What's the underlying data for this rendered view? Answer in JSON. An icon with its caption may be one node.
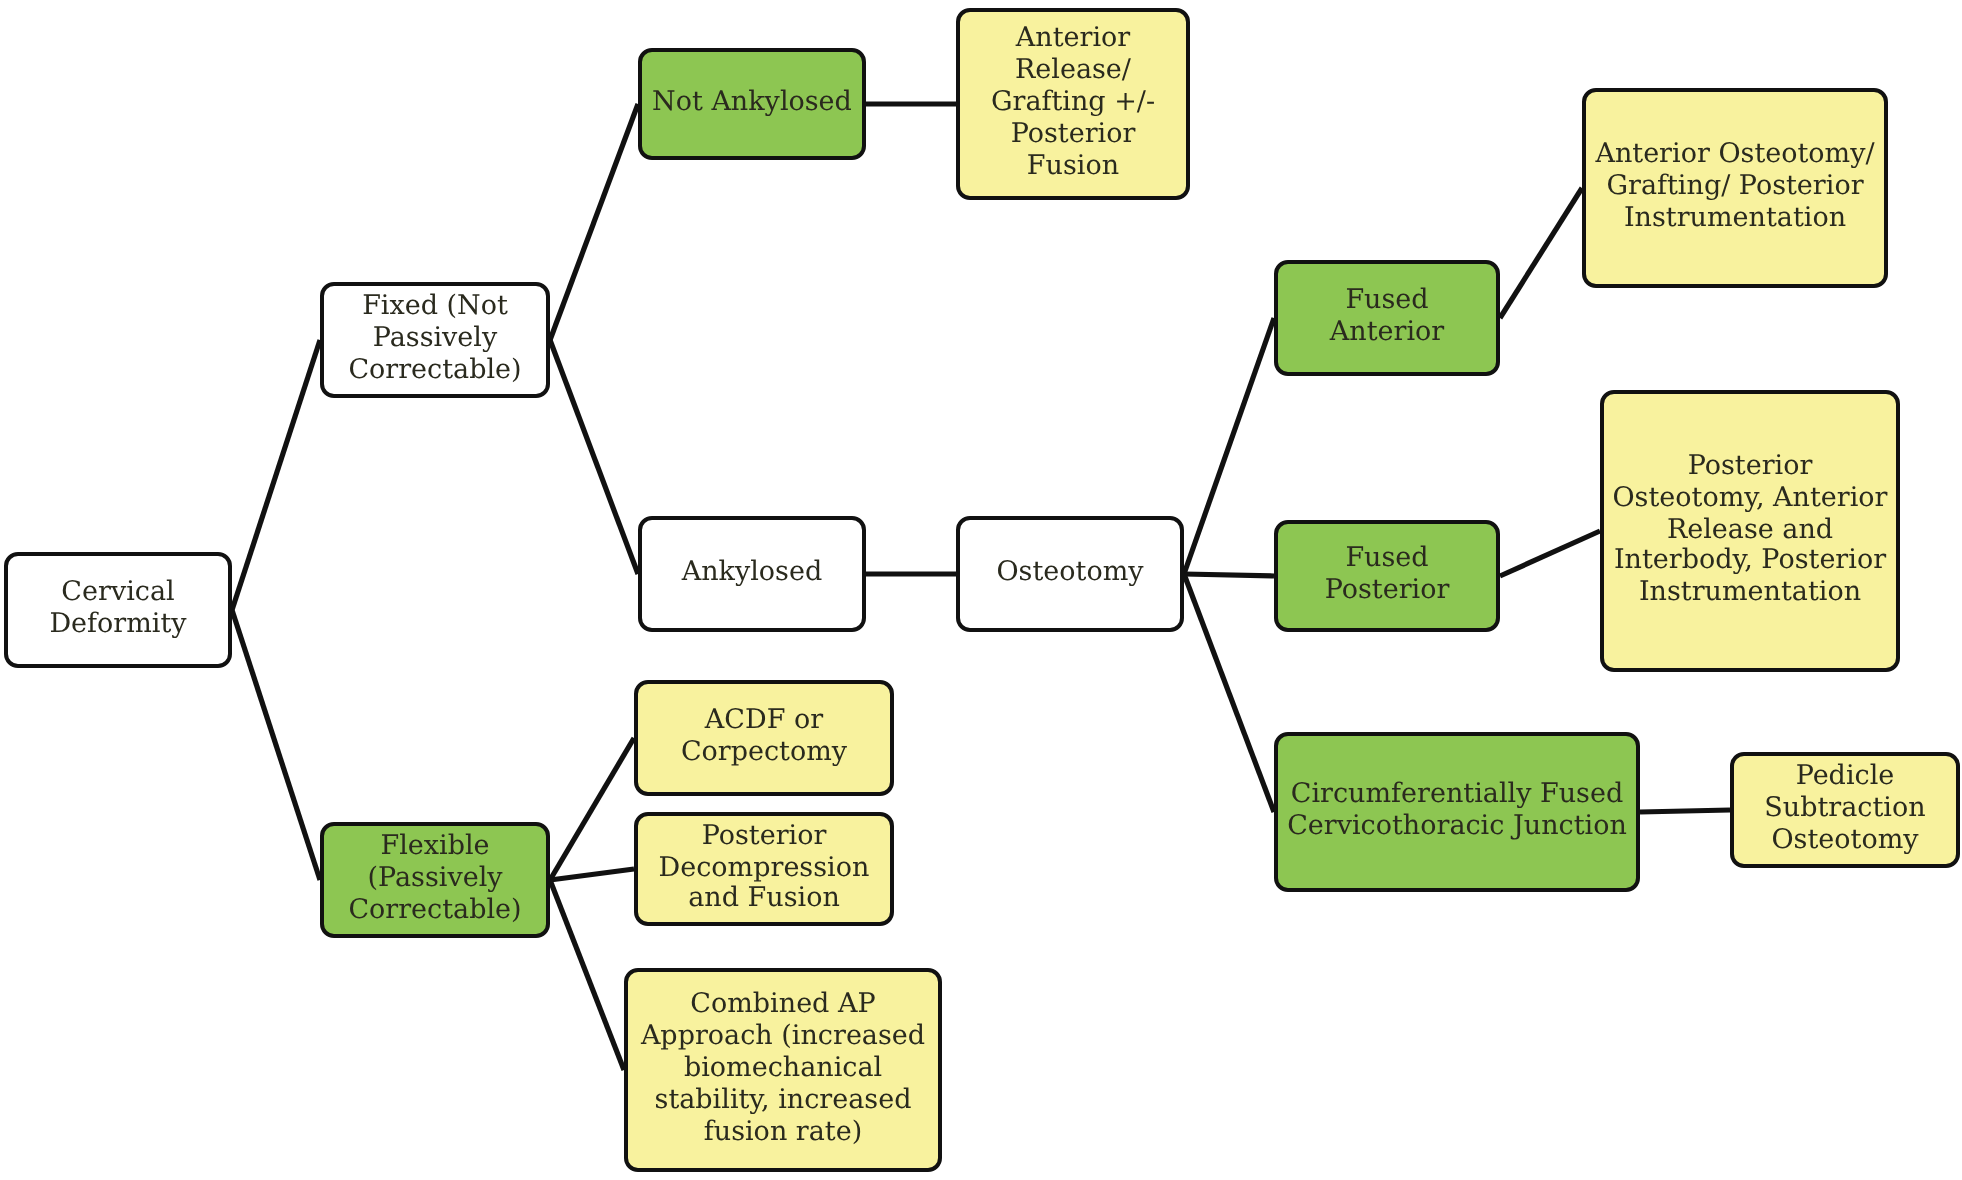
{
  "diagram": {
    "nodes": [
      {
        "text": [
          "Cervical Deformity"
        ]
      },
      {
        "text": [
          "Fixed (Not Passively Correctable)"
        ]
      },
      {
        "text": [
          "Not Ankylosed"
        ]
      },
      {
        "text": [
          "Anterior Release/ Grafting +/- Posterior Fusion"
        ]
      },
      {
        "text": [
          "Ankylosed"
        ]
      },
      {
        "text": [
          "Osteotomy"
        ]
      },
      {
        "text": [
          "Fused Anterior"
        ]
      },
      {
        "text": [
          "Anterior Osteotomy/ Grafting/ Posterior Instrumentation"
        ]
      },
      {
        "text": [
          "Fused Posterior"
        ]
      },
      {
        "text": [
          "Posterior Osteotomy, Anterior Release and Interbody, Posterior Instrumentation"
        ]
      },
      {
        "text": [
          "Circumferentially Fused Cervicothoracic Junction"
        ]
      },
      {
        "text": [
          "Pedicle Subtraction Osteotomy"
        ]
      },
      {
        "text": [
          "Flexible (Passively Correctable)"
        ]
      },
      {
        "text": [
          "ACDF or Corpectomy"
        ]
      },
      {
        "text": [
          "Posterior Decompression and Fusion"
        ]
      },
      {
        "text": [
          "Combined AP Approach (increased biomechanical stability, increased fusion rate)"
        ]
      }
    ],
    "edges": [
      {
        "from": 0,
        "to": 1,
        "arrow": "none"
      },
      {
        "from": 1,
        "to": 2,
        "arrow": "none"
      },
      {
        "from": 2,
        "to": 3,
        "arrow": "none"
      },
      {
        "from": 1,
        "to": 4,
        "arrow": "none"
      },
      {
        "from": 4,
        "to": 5,
        "arrow": "none"
      },
      {
        "from": 5,
        "to": 6,
        "arrow": "none"
      },
      {
        "from": 6,
        "to": 7,
        "arrow": "none"
      },
      {
        "from": 5,
        "to": 8,
        "arrow": "none"
      },
      {
        "from": 8,
        "to": 9,
        "arrow": "none"
      },
      {
        "from": 5,
        "to": 10,
        "arrow": "none"
      },
      {
        "from": 10,
        "to": 11,
        "arrow": "none"
      },
      {
        "from": 0,
        "to": 12,
        "arrow": "none"
      },
      {
        "from": 12,
        "to": 13,
        "arrow": "none"
      },
      {
        "from": 12,
        "to": 14,
        "arrow": "none"
      },
      {
        "from": 12,
        "to": 15,
        "arrow": "none"
      }
    ]
  }
}
